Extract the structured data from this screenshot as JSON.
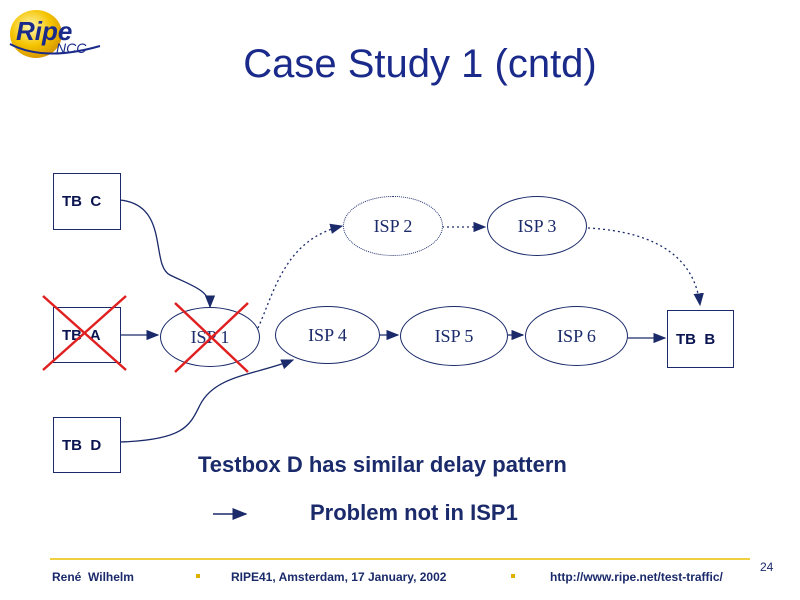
{
  "logo": {
    "main": "Ripe",
    "sub": "NCC"
  },
  "title": "Case Study 1 (cntd)",
  "testboxes": {
    "c": "TB  C",
    "a": "TB  A",
    "d": "TB  D",
    "b": "TB  B"
  },
  "isps": {
    "isp1": "ISP 1",
    "isp2": "ISP 2",
    "isp3": "ISP 3",
    "isp4": "ISP 4",
    "isp5": "ISP 5",
    "isp6": "ISP 6"
  },
  "statement": "Testbox D has similar delay pattern",
  "conclusion": "Problem not in ISP1",
  "footer": {
    "author": "René  Wilhelm",
    "event": "RIPE41, Amsterdam, 17 January, 2002",
    "url": "http://www.ripe.net/test-traffic/",
    "page": "24"
  },
  "colors": {
    "primary": "#1a2a8a",
    "cross": "#e02020",
    "accent": "#f0d040"
  }
}
